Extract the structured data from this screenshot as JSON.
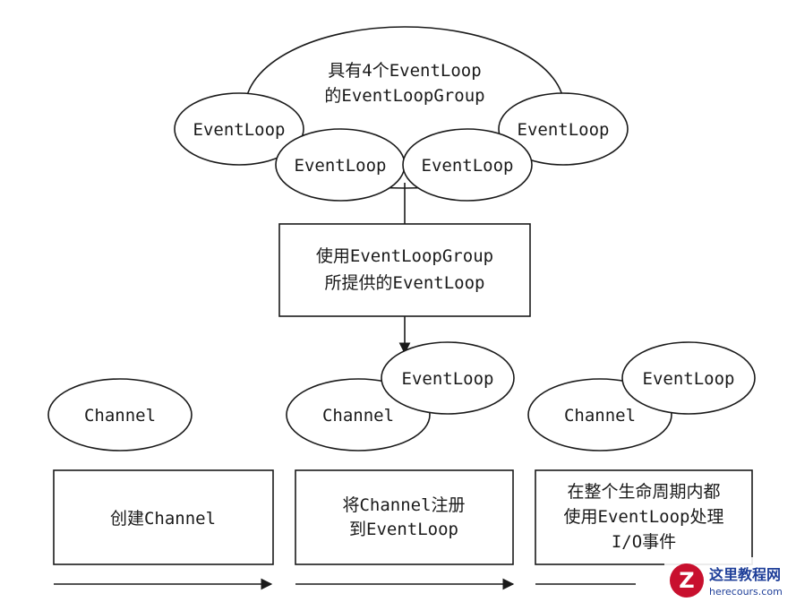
{
  "group": {
    "title_line1": "具有4个EventLoop",
    "title_line2": "的EventLoopGroup",
    "loops": [
      "EventLoop",
      "EventLoop",
      "EventLoop",
      "EventLoop"
    ]
  },
  "provider_box": {
    "line1": "使用EventLoopGroup",
    "line2": "所提供的EventLoop"
  },
  "stages": [
    {
      "channel": "Channel",
      "caption_lines": [
        "创建Channel"
      ]
    },
    {
      "channel": "Channel",
      "event_loop": "EventLoop",
      "caption_lines": [
        "将Channel注册",
        "到EventLoop"
      ]
    },
    {
      "channel": "Channel",
      "event_loop": "EventLoop",
      "caption_lines": [
        "在整个生命周期内都",
        "使用EventLoop处理",
        "I/O事件"
      ]
    }
  ],
  "watermark": {
    "logo_letter": "Z",
    "title": "这里教程网",
    "url": "herecours.com"
  },
  "colors": {
    "stroke": "#1a1a1a",
    "watermark_red": "#c8102e",
    "watermark_blue": "#1f3f99"
  }
}
